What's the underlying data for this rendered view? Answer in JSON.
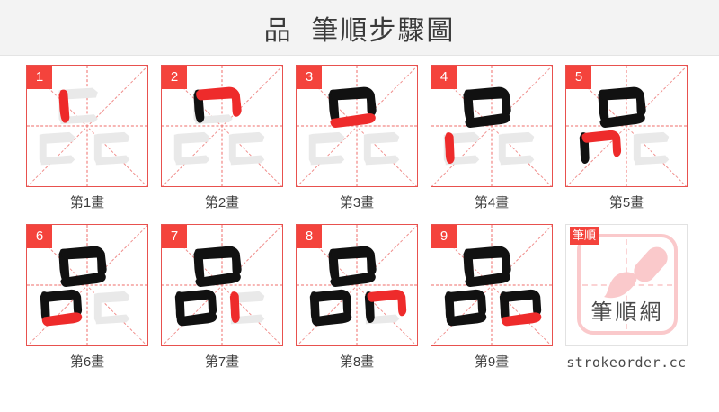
{
  "header": {
    "title": "品  筆順步驟圖",
    "character": "品"
  },
  "strokes": [
    {
      "number": "1",
      "label": "第1畫"
    },
    {
      "number": "2",
      "label": "第2畫"
    },
    {
      "number": "3",
      "label": "第3畫"
    },
    {
      "number": "4",
      "label": "第4畫"
    },
    {
      "number": "5",
      "label": "第5畫"
    },
    {
      "number": "6",
      "label": "第6畫"
    },
    {
      "number": "7",
      "label": "第7畫"
    },
    {
      "number": "8",
      "label": "第8畫"
    },
    {
      "number": "9",
      "label": "第9畫"
    }
  ],
  "logo": {
    "badge": "筆順",
    "brand": "筆順網",
    "url": "strokeorder.cc",
    "icon": "brush-icon"
  },
  "colors": {
    "badge_red": "#f4433c",
    "grid_red": "#e8514e",
    "guide_red": "#ef6c6a",
    "active_stroke": "#ee2b2b",
    "done_stroke": "#111111",
    "ghost_stroke": "#e9e9e9",
    "header_bg": "#f3f3f3",
    "text": "#3c3c3c",
    "logo_pink": "#fac9cb"
  }
}
